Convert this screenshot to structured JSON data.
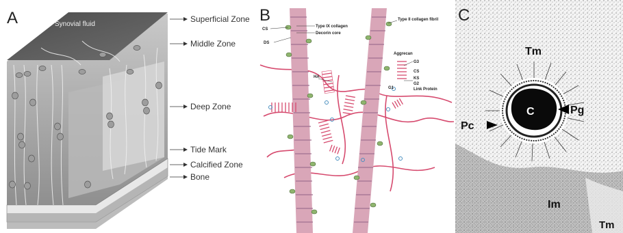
{
  "panel_a": {
    "letter": "A",
    "surface_label": "Synovial fluid",
    "zones": [
      "Superficial Zone",
      "Middle Zone",
      "Deep Zone",
      "Tide Mark",
      "Calcified Zone",
      "Bone"
    ]
  },
  "panel_b": {
    "letter": "B",
    "labels": {
      "cs": "CS",
      "ds": "DS",
      "type_ix": "Type IX collagen",
      "decorin": "Decorin core",
      "type_ii": "Type II collagen fibril",
      "ha": "HA",
      "aggrecan": "Aggrecan",
      "g3": "G3",
      "cs2": "CS",
      "ks": "KS",
      "g2": "G2",
      "g1": "G1",
      "link_protein": "Link Protein"
    }
  },
  "panel_c": {
    "letter": "C",
    "labels": {
      "tm_top": "Tm",
      "c": "C",
      "pg": "Pg",
      "pc": "Pc",
      "im": "Im",
      "tm_bottom": "Tm"
    }
  },
  "colors": {
    "fibril": "#d9a6b8",
    "proteoglycan": "#d64a6e",
    "cartilage_side": "#9a9a9a",
    "cartilage_top": "#5a5a5a"
  }
}
